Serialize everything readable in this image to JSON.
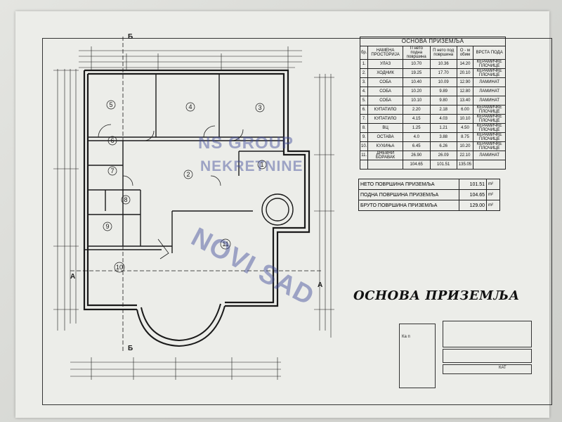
{
  "schedule": {
    "title": "ОСНОВА ПРИЗЕМЉА",
    "headers": [
      "бр.",
      "НАМЕНА ПРОСТОРИЈА",
      "П нето подна површина",
      "П нето под површина",
      "О - м обим",
      "ВРСТА ПОДА"
    ],
    "rows": [
      [
        "1.",
        "УЛАЗ",
        "10.70",
        "10.36",
        "14.20",
        "КЕРАМИЧКЕ ПЛОЧИЦЕ"
      ],
      [
        "2.",
        "ХОДНИК",
        "19.25",
        "17.70",
        "20.10",
        "КЕРАМИЧКЕ ПЛОЧИЦЕ"
      ],
      [
        "3.",
        "СОБА",
        "10.40",
        "10.09",
        "12.90",
        "ЛАМИНАТ"
      ],
      [
        "4.",
        "СОБА",
        "10.20",
        "9.89",
        "12.80",
        "ЛАМИНАТ"
      ],
      [
        "5.",
        "СОБА",
        "10.10",
        "9.80",
        "13.40",
        "ЛАМИНАТ"
      ],
      [
        "6.",
        "КУПАТИЛО",
        "2.20",
        "2.18",
        "6.00",
        "КЕРАМИЧКЕ ПЛОЧИЦЕ"
      ],
      [
        "7.",
        "КУПАТИЛО",
        "4.15",
        "4.03",
        "10.10",
        "КЕРАМИЧКЕ ПЛОЧИЦЕ"
      ],
      [
        "8.",
        "ВЦ",
        "1.25",
        "1.21",
        "4.50",
        "КЕРАМИЧКЕ ПЛОЧИЦЕ"
      ],
      [
        "9.",
        "ОСТАВА",
        "4.0",
        "3.88",
        "8.75",
        "КЕРАМИЧКЕ ПЛОЧИЦЕ"
      ],
      [
        "10.",
        "КУХИЊА",
        "6.45",
        "6.26",
        "10.20",
        "КЕРАМИЧКЕ ПЛОЧИЦЕ"
      ],
      [
        "11.",
        "ДНЕВНИ БОРАВАК",
        "26.90",
        "26.09",
        "22.10",
        "ЛАМИНАТ"
      ]
    ],
    "sum": [
      "104.65",
      "101.51",
      "135.05"
    ]
  },
  "totals": [
    {
      "label": "НЕТО ПОВРШИНА ПРИЗЕМЉА",
      "value": "101.51",
      "unit": "m²"
    },
    {
      "label": "ПОДНА ПОВРШИНА ПРИЗЕМЉА",
      "value": "104.65",
      "unit": "m²"
    },
    {
      "label": "БРУТО ПОВРШИНА ПРИЗЕМЉА",
      "value": "129.00",
      "unit": "m²"
    }
  ],
  "main_title": "ОСНОВА ПРИЗЕМЉА",
  "rooms": [
    "1",
    "2",
    "3",
    "4",
    "5",
    "6",
    "7",
    "8",
    "9",
    "10",
    "11"
  ],
  "section_labels": {
    "b": "Б",
    "a": "А"
  },
  "watermark": {
    "line1": "NS GROUP",
    "line2": "NEKRETNINE",
    "line3": "NOVI SAD"
  },
  "stamp": {
    "line1": "КАТ",
    "line2": "Ка п"
  },
  "colors": {
    "ink": "#1a1a1a",
    "paper": "#ecede9",
    "watermark": "#3c4696"
  }
}
